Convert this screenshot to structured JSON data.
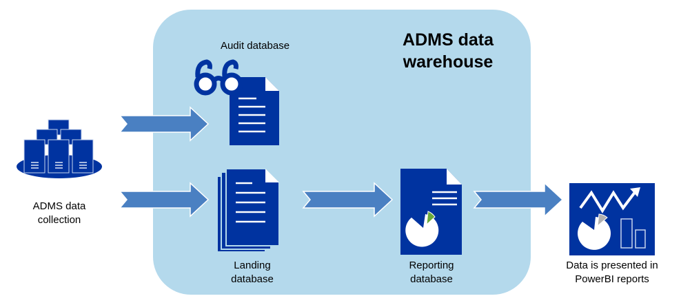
{
  "title": {
    "line1": "ADMS data",
    "line2": "warehouse"
  },
  "nodes": {
    "collection": {
      "line1": "ADMS data",
      "line2": "collection"
    },
    "audit": {
      "line1": "Audit database"
    },
    "landing": {
      "line1": "Landing",
      "line2": "database"
    },
    "reporting": {
      "line1": "Reporting",
      "line2": "database"
    },
    "powerbi": {
      "line1": "Data is presented in",
      "line2": "PowerBI reports"
    }
  },
  "colors": {
    "panel": "#b4d9ec",
    "icon": "#0033a0",
    "arrow": "#4a80c2",
    "pie_accent": "#6aaa3a",
    "pie_gray": "#b0b0b0"
  }
}
